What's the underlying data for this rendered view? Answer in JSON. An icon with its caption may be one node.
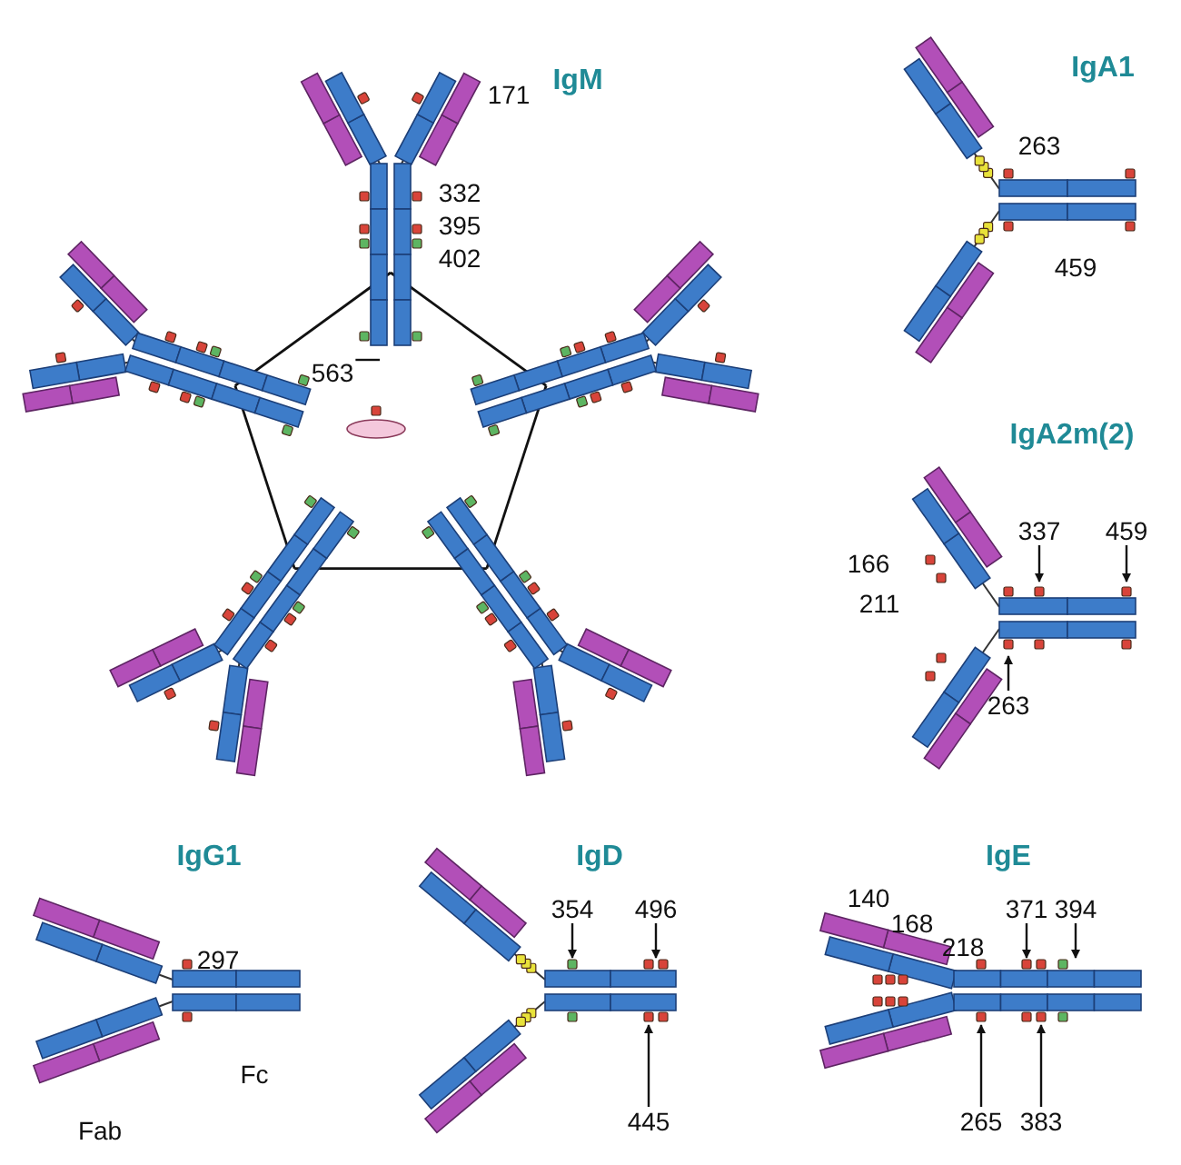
{
  "diagram": {
    "nodes": [
      {
        "text": [
          "563"
        ]
      },
      {
        "text": [
          "337"
        ]
      },
      {
        "text": [
          "459"
        ]
      },
      {
        "text": [
          "263"
        ]
      },
      {
        "text": [
          "354"
        ]
      },
      {
        "text": [
          "496"
        ]
      },
      {
        "text": [
          "371"
        ]
      },
      {
        "text": [
          "394"
        ]
      },
      {
        "text": [
          "445"
        ]
      },
      {
        "text": [
          "265"
        ]
      },
      {
        "text": [
          "383"
        ]
      }
    ],
    "edges": [
      {
        "from": 0,
        "to": null,
        "arrow": "none"
      },
      {
        "from": 1,
        "to": null,
        "arrow": "to"
      },
      {
        "from": 2,
        "to": null,
        "arrow": "to"
      },
      {
        "from": 3,
        "to": null,
        "arrow": "to"
      },
      {
        "from": 4,
        "to": null,
        "arrow": "to"
      },
      {
        "from": 5,
        "to": null,
        "arrow": "to"
      },
      {
        "from": 6,
        "to": null,
        "arrow": "to"
      },
      {
        "from": 7,
        "to": null,
        "arrow": "to"
      },
      {
        "from": 8,
        "to": null,
        "arrow": "to"
      },
      {
        "from": 9,
        "to": null,
        "arrow": "to"
      },
      {
        "from": 10,
        "to": null,
        "arrow": "to"
      }
    ],
    "labels": [
      "IgM",
      "IgA1",
      "171",
      "263",
      "332",
      "395",
      "402",
      "459",
      "IgA2m(2)",
      "166",
      "211",
      "IgG1",
      "IgD",
      "IgE",
      "140",
      "168",
      "218",
      "297",
      "Fc",
      "Fab"
    ]
  }
}
